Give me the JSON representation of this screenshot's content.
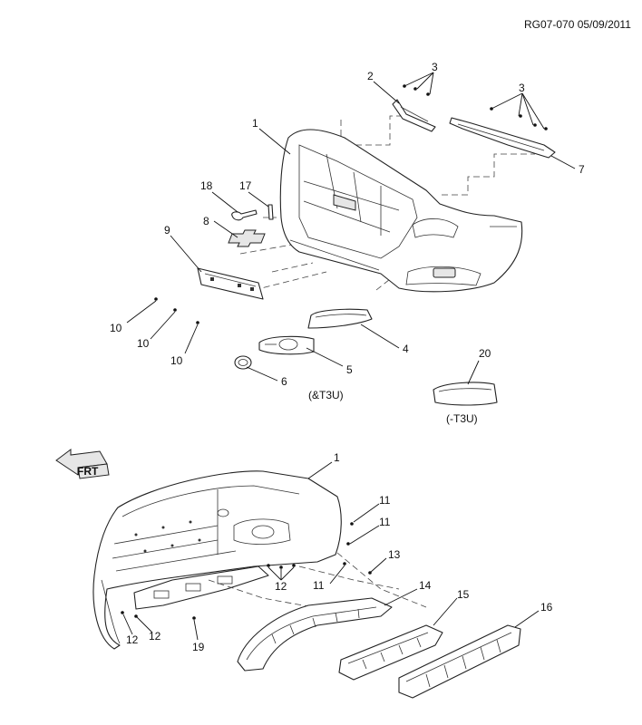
{
  "drawing_ref": "RG07-070 05/09/2011",
  "callouts": [
    {
      "id": "c1a",
      "text": "1"
    },
    {
      "id": "c2",
      "text": "2"
    },
    {
      "id": "c3a",
      "text": "3"
    },
    {
      "id": "c3b",
      "text": "3"
    },
    {
      "id": "c7",
      "text": "7"
    },
    {
      "id": "c18",
      "text": "18"
    },
    {
      "id": "c17",
      "text": "17"
    },
    {
      "id": "c8",
      "text": "8"
    },
    {
      "id": "c9",
      "text": "9"
    },
    {
      "id": "c10a",
      "text": "10"
    },
    {
      "id": "c10b",
      "text": "10"
    },
    {
      "id": "c10c",
      "text": "10"
    },
    {
      "id": "c4",
      "text": "4"
    },
    {
      "id": "c5",
      "text": "5"
    },
    {
      "id": "c6",
      "text": "6"
    },
    {
      "id": "c20",
      "text": "20"
    },
    {
      "id": "c1b",
      "text": "1"
    },
    {
      "id": "c11a",
      "text": "11"
    },
    {
      "id": "c11b",
      "text": "11"
    },
    {
      "id": "c11c",
      "text": "11"
    },
    {
      "id": "c13",
      "text": "13"
    },
    {
      "id": "c14",
      "text": "14"
    },
    {
      "id": "c15",
      "text": "15"
    },
    {
      "id": "c16",
      "text": "16"
    },
    {
      "id": "c12a",
      "text": "12"
    },
    {
      "id": "c12b",
      "text": "12"
    },
    {
      "id": "c12c",
      "text": "12"
    },
    {
      "id": "c19",
      "text": "19"
    }
  ],
  "notes": {
    "with_t3u": "(&T3U)",
    "without_t3u": "(-T3U)"
  },
  "front_arrow": "FRT",
  "icons": [
    "front-direction-arrow-icon"
  ]
}
